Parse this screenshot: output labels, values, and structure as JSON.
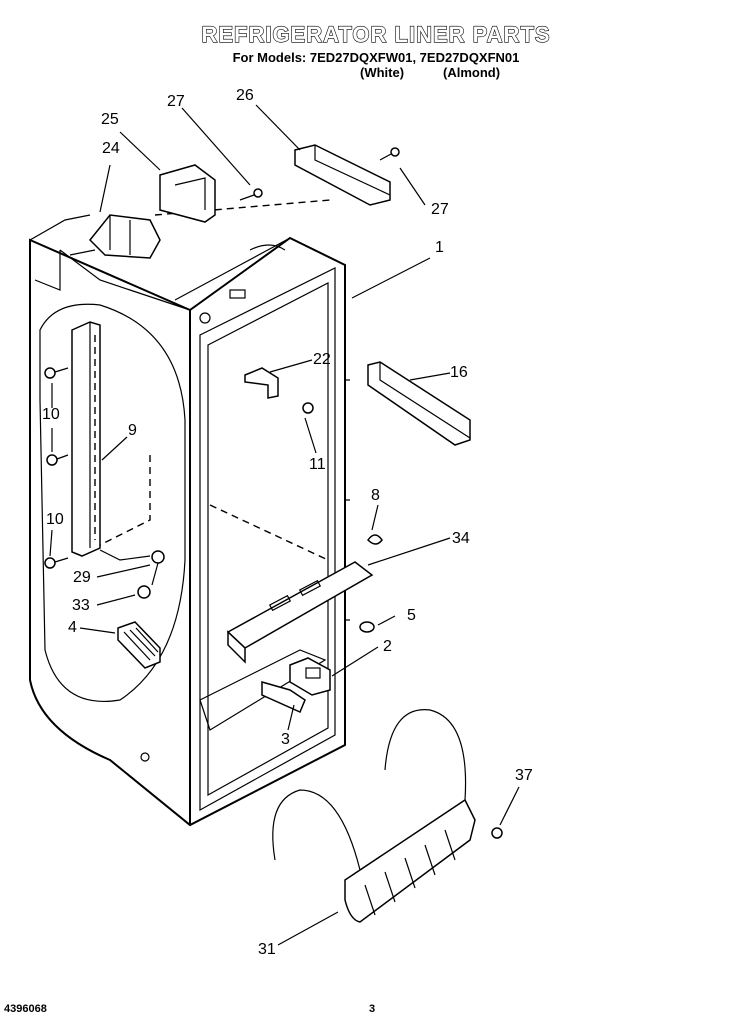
{
  "title": "REFRIGERATOR LINER PARTS",
  "models_line": "For Models: 7ED27DQXFW01, 7ED27DQXFN01",
  "color_white": "(White)",
  "color_almond": "(Almond)",
  "callouts": {
    "c25": "25",
    "c27a": "27",
    "c26": "26",
    "c24": "24",
    "c27b": "27",
    "c1": "1",
    "c22": "22",
    "c16": "16",
    "c10a": "10",
    "c9": "9",
    "c11": "11",
    "c8": "8",
    "c10b": "10",
    "c34": "34",
    "c29": "29",
    "c33": "33",
    "c5": "5",
    "c4": "4",
    "c2": "2",
    "c3": "3",
    "c37": "37",
    "c31": "31"
  },
  "footer_left": "4396068",
  "footer_page": "3"
}
